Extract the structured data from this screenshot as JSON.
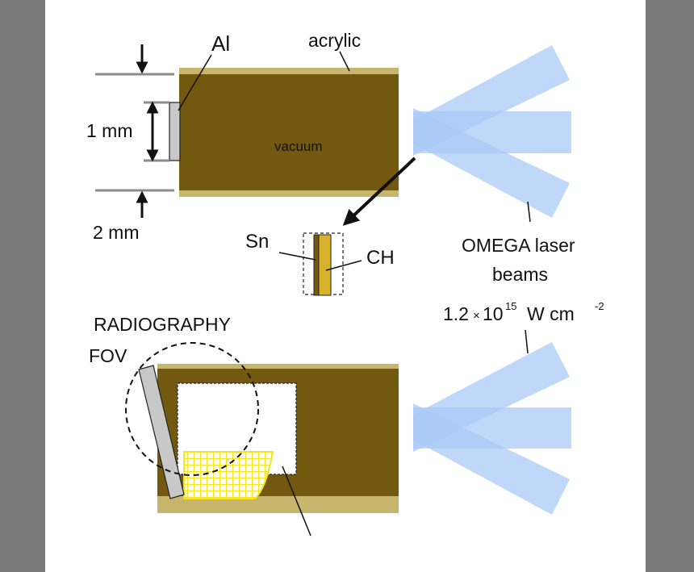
{
  "labels": {
    "window": "Al",
    "wall": "acrylic",
    "gap_top": "1 mm",
    "gap_bottom": "2 mm",
    "interior": "vacuum",
    "layer_left": "Sn",
    "layer_right": "CH",
    "beams_line1": "OMEGA laser",
    "beams_line2": "beams",
    "intensity_coef": "1.2",
    "intensity_times": "×",
    "intensity_base": "10",
    "intensity_exp": "15",
    "intensity_unit": "W cm",
    "intensity_unit_exp": "-2",
    "fov_line1": "RADIOGRAPHY",
    "fov_line2": "FOV"
  },
  "colors": {
    "background": "#7a7a7a",
    "panel": "#ffffff",
    "vacuum": "#735910",
    "acrylic": "#c7b56e",
    "foil": "#d8b22c",
    "beam": "#a9c9f6",
    "window": "#c8c8c8",
    "grid": "#f4e51c",
    "guide": "#8c8c8c"
  }
}
